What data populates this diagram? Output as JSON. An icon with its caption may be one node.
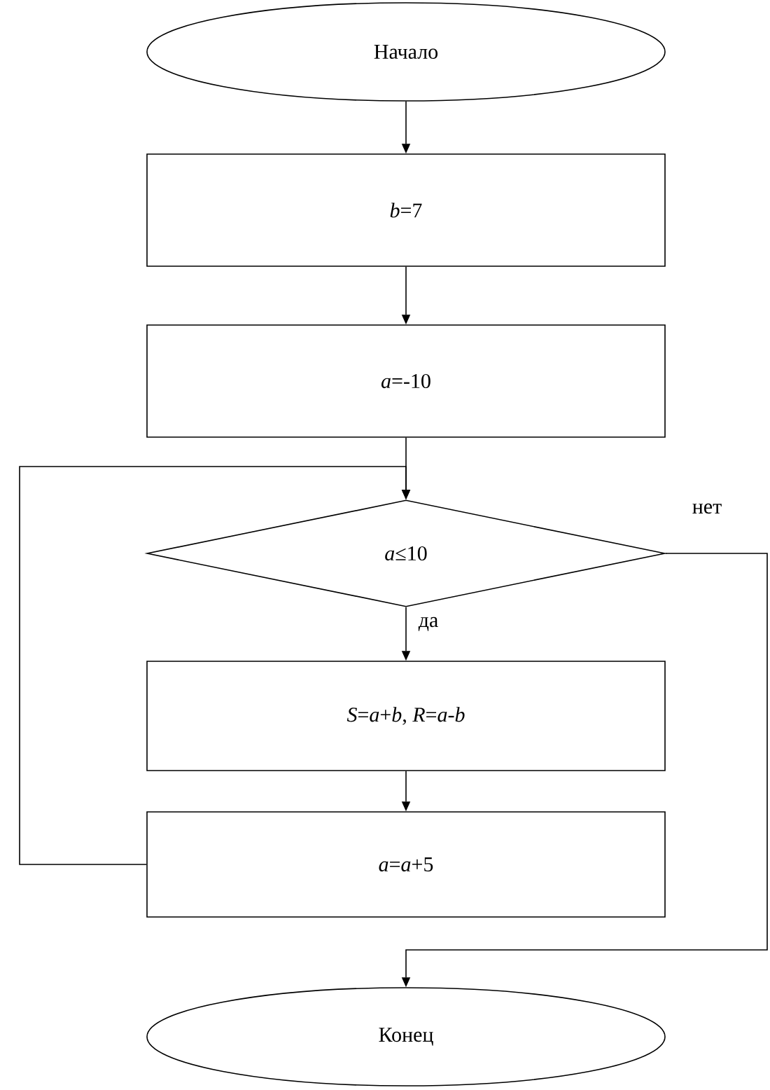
{
  "diagram": {
    "nodes": [
      {
        "text": [
          "Начало"
        ]
      },
      {
        "text": [
          "*b*=7"
        ]
      },
      {
        "text": [
          "*a*=-10"
        ]
      },
      {
        "text": [
          "*a*≤10"
        ]
      },
      {
        "text": [
          "*S*=*a*+*b*, *R*=*a*-*b*"
        ]
      },
      {
        "text": [
          "*a*=*a*+5"
        ]
      },
      {
        "text": [
          "Конец"
        ]
      }
    ],
    "edges": [
      {
        "from": 0,
        "to": 1,
        "arrow": "to"
      },
      {
        "from": 1,
        "to": 2,
        "arrow": "to"
      },
      {
        "from": 2,
        "to": 3,
        "arrow": "to"
      },
      {
        "from": 3,
        "to": 4,
        "arrow": "to",
        "label": "да"
      },
      {
        "from": 4,
        "to": 5,
        "arrow": "to"
      },
      {
        "from": 5,
        "to": 3,
        "arrow": "to"
      },
      {
        "from": 3,
        "to": 6,
        "arrow": "to",
        "label": "нет"
      }
    ]
  }
}
